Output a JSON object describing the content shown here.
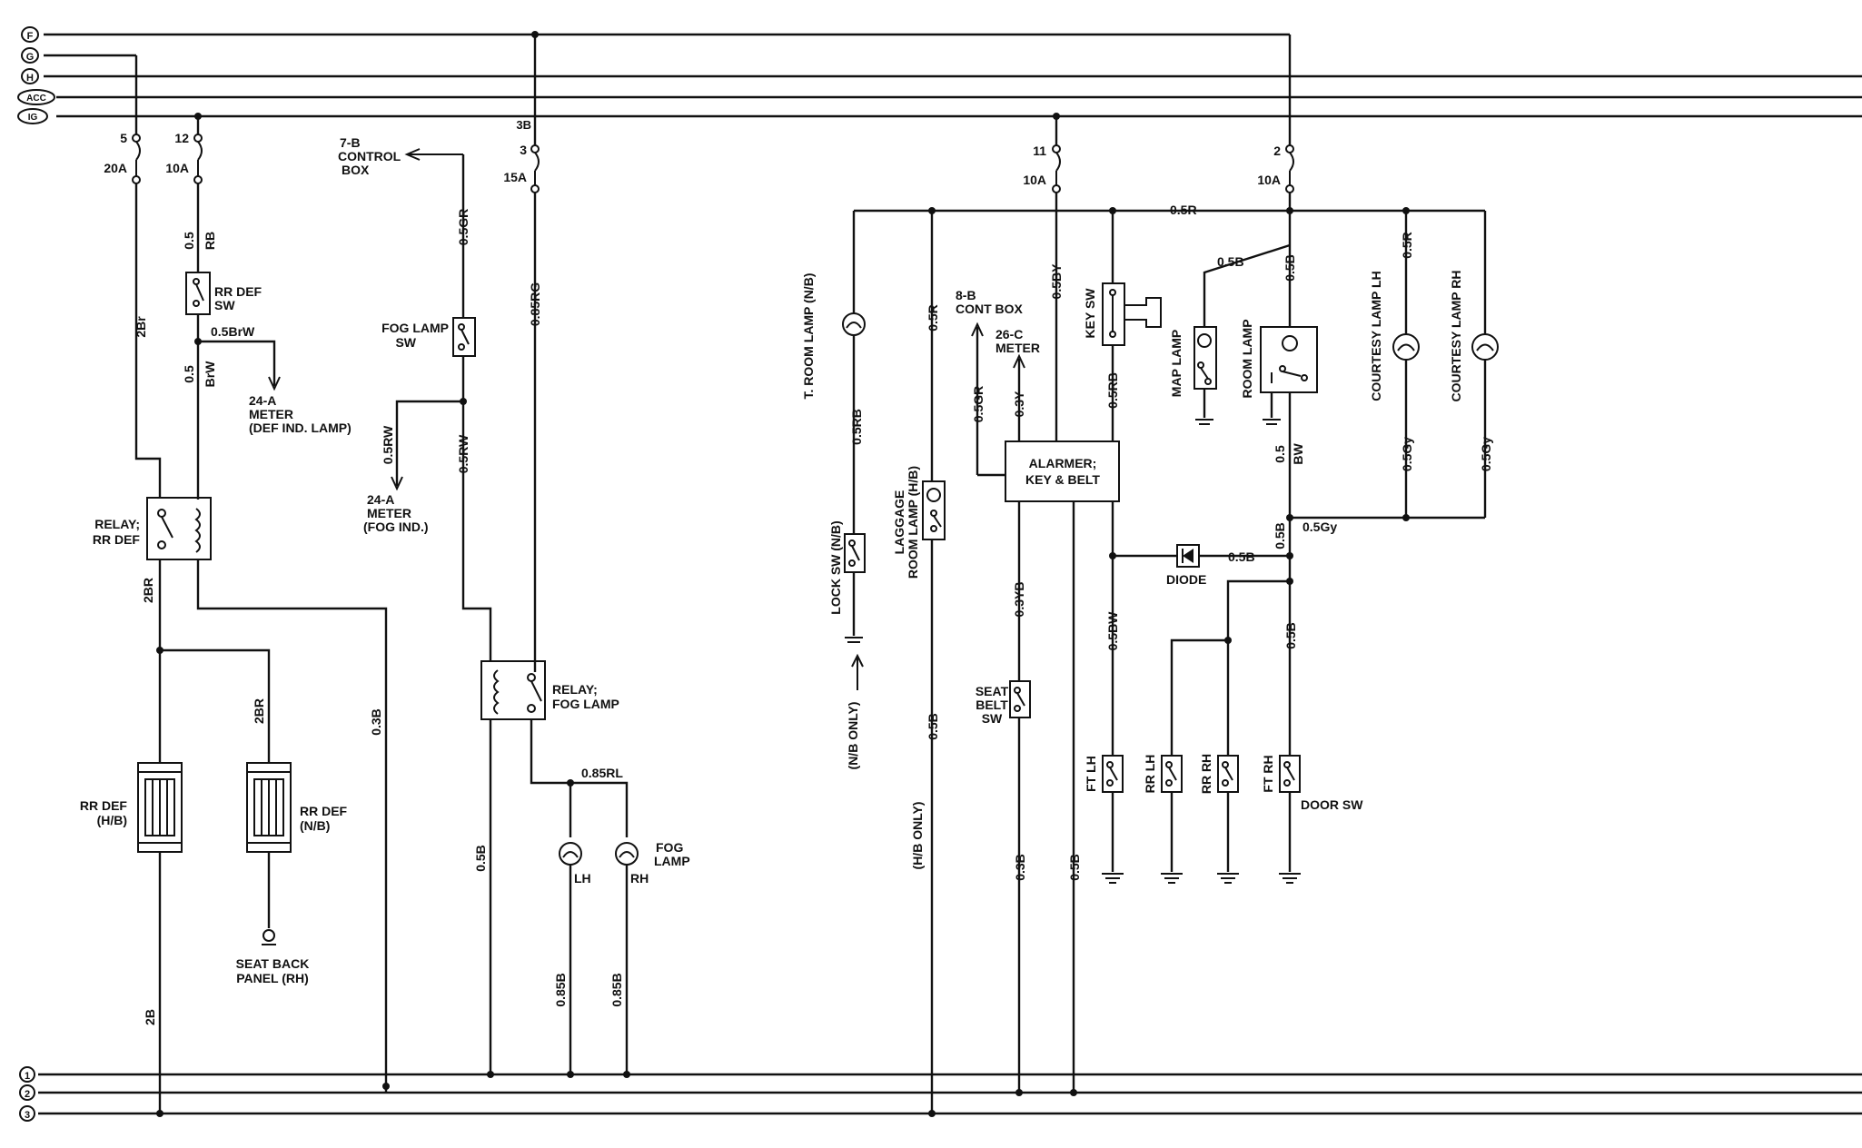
{
  "buses_top": [
    {
      "id": "F",
      "label": "F"
    },
    {
      "id": "G",
      "label": "G"
    },
    {
      "id": "H",
      "label": "H"
    },
    {
      "id": "ACC",
      "label": "ACC"
    },
    {
      "id": "IG",
      "label": "IG"
    }
  ],
  "buses_bottom": [
    {
      "id": "1",
      "label": "1"
    },
    {
      "id": "2",
      "label": "2"
    },
    {
      "id": "3",
      "label": "3"
    }
  ],
  "fuses": {
    "f5": {
      "num": "5",
      "amp": "20A"
    },
    "f12": {
      "num": "12",
      "amp": "10A"
    },
    "f3": {
      "num": "3",
      "num2": "3B",
      "amp": "15A"
    },
    "f11": {
      "num": "11",
      "amp": "10A"
    },
    "f2": {
      "num": "2",
      "amp": "10A"
    }
  },
  "left": {
    "w_05rb_a": "0.5",
    "w_05rb_b": "RB",
    "rr_def_sw": [
      "RR DEF",
      "SW"
    ],
    "w_05brw": "0.5BrW",
    "w_05brw_v_a": "0.5",
    "w_05brw_v_b": "BrW",
    "meter_24a_def": [
      "24-A",
      "METER",
      "(DEF IND. LAMP)"
    ],
    "w_2br_top": "2Br",
    "relay_rr_def": [
      "RELAY;",
      "RR DEF"
    ],
    "w_2br_mid": "2BR",
    "w_2br_right": "2BR",
    "rr_def_hb": [
      "RR DEF",
      "(H/B)"
    ],
    "rr_def_nb": [
      "RR DEF",
      "(N/B)"
    ],
    "seat_back": [
      "SEAT BACK",
      "PANEL (RH)"
    ],
    "w_2b": "2B"
  },
  "middle": {
    "control_box": [
      "7-B",
      "CONTROL",
      "BOX"
    ],
    "w_05gr": "0.5GR",
    "fog_lamp_sw": [
      "FOG LAMP",
      "SW"
    ],
    "w_05rw_a": "0.5RW",
    "w_05rw_b": "0.5RW",
    "meter_24a_fog": [
      "24-A",
      "METER",
      "(FOG IND.)"
    ],
    "w_085rg": "0.85RG",
    "relay_fog": [
      "RELAY;",
      "FOG LAMP"
    ],
    "w_03b": "0.3B",
    "w_05b": "0.5B",
    "w_085rl": "0.85RL",
    "fog_lamp": [
      "FOG",
      "LAMP"
    ],
    "lh": "LH",
    "rh": "RH",
    "w_085b_a": "0.85B",
    "w_085b_b": "0.85B"
  },
  "right": {
    "w_05r_top": "0.5R",
    "t_room_lamp": "T. ROOM LAMP (N/B)",
    "w_05rb": "0.5RB",
    "lock_sw": "LOCK SW (N/B)",
    "nb_only": "(N/B ONLY)",
    "w_05r_v": "0.5R",
    "luggage_lamp": [
      "LAGGAGE",
      "ROOM LAMP (H/B)"
    ],
    "hb_only": "(H/B ONLY)",
    "w_05b_hb": "0.5B",
    "cont_box_8b": [
      "8-B",
      "CONT  BOX"
    ],
    "meter_26c": [
      "26-C",
      "METER"
    ],
    "w_05gr": "0.5GR",
    "w_03y": "0.3Y",
    "w_05by": "0.5BY",
    "key_sw": "KEY SW",
    "w_05rb_key": "0.5RB",
    "alarmer": [
      "ALARMER;",
      "KEY & BELT"
    ],
    "w_03yb": "0.3YB",
    "seat_belt_sw": [
      "SEAT",
      "BELT",
      "SW"
    ],
    "w_03b": "0.3B",
    "w_05b_al": "0.5B",
    "w_05bw": "0.5BW",
    "diode": "DIODE",
    "w_05b_diode": "0.5B",
    "w_05b_map": "0.5B",
    "map_lamp": "MAP LAMP",
    "room_lamp": "ROOM LAMP",
    "w_05b_room": "0.5B",
    "w_05bw_room_a": "0.5",
    "w_05bw_room_b": "BW",
    "w_05b_junc": "0.5B",
    "w_05gy_h": "0.5Gy",
    "courtesy_lh": "COURTESY LAMP LH",
    "courtesy_rh": "COURTESY LAMP RH",
    "w_05r_clh": "0.5R",
    "w_05gy_a": "0.5Gy",
    "w_05gy_b": "0.5Gy",
    "w_05b_door": "0.5B",
    "ft_lh": "FT LH",
    "rr_lh": "RR LH",
    "rr_rh": "RR RH",
    "ft_rh": "FT RH",
    "door_sw": "DOOR SW"
  }
}
